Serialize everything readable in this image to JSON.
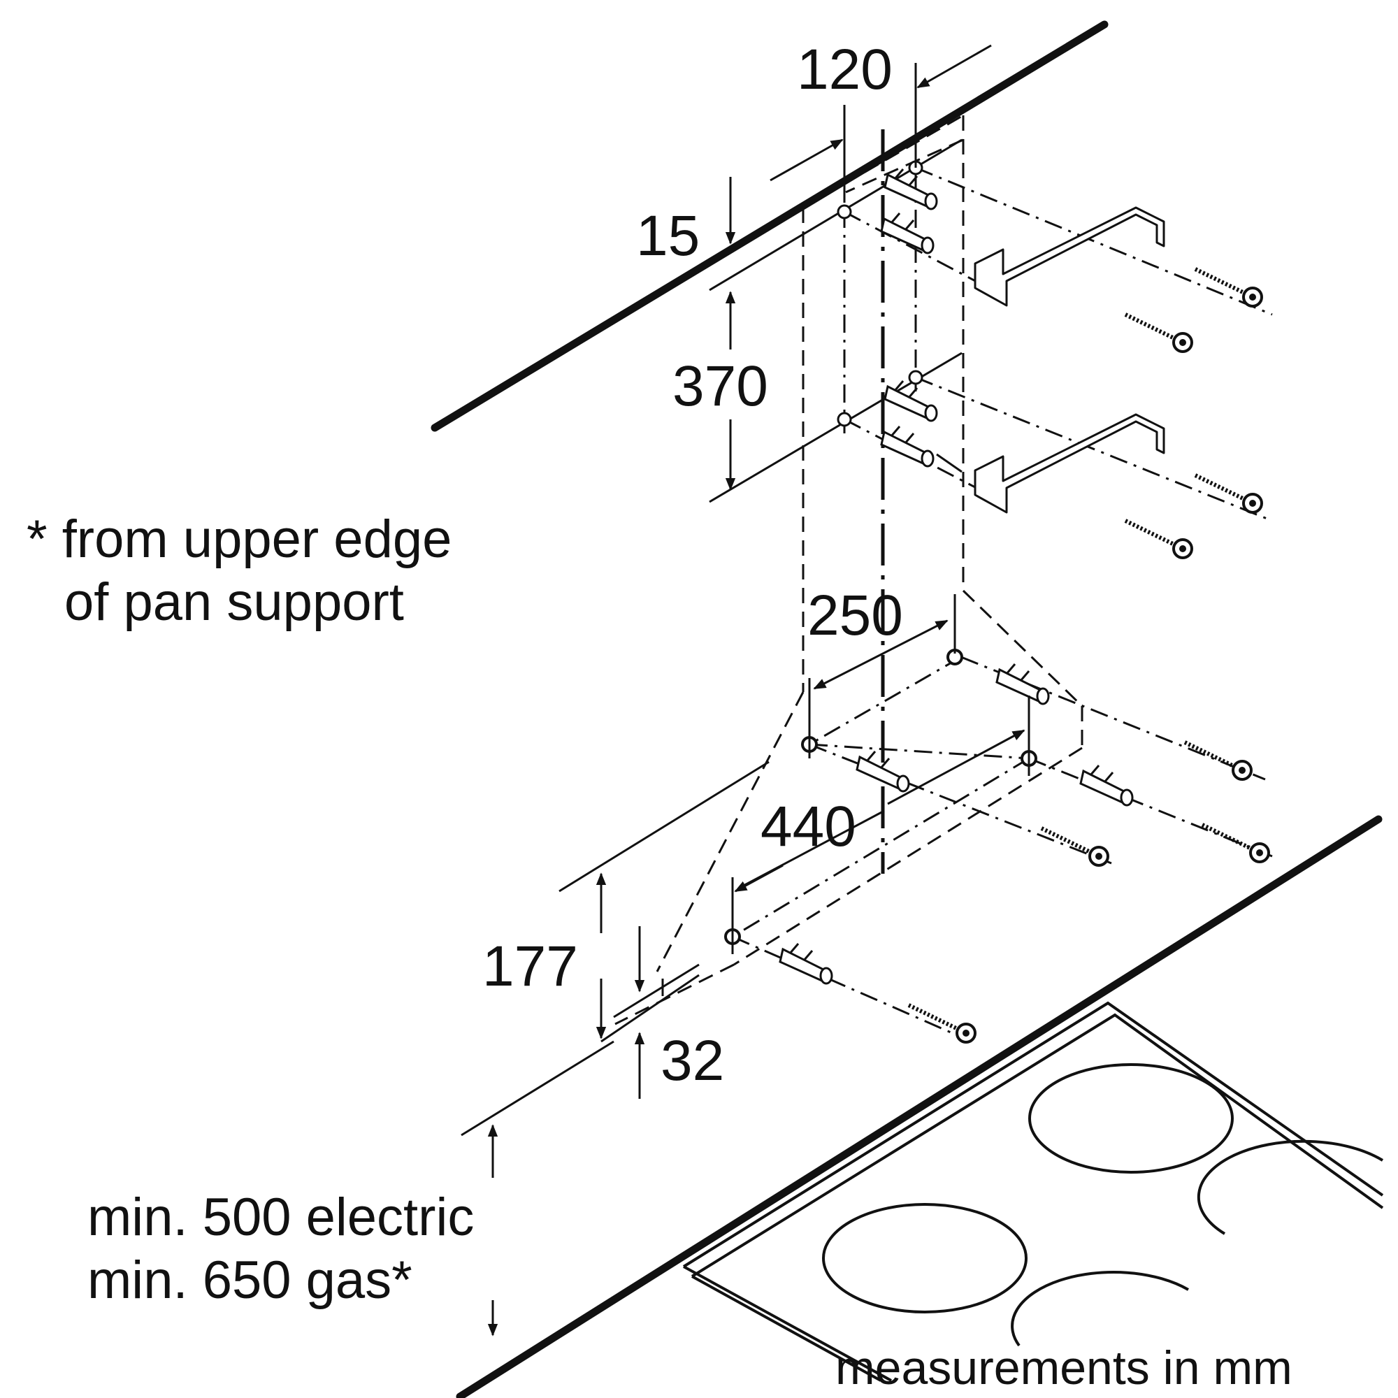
{
  "dimensions": {
    "d120": "120",
    "d15": "15",
    "d370": "370",
    "d250": "250",
    "d440": "440",
    "d177": "177",
    "d32": "32"
  },
  "notes": {
    "footnote_line1": "* from upper edge",
    "footnote_line2": "of pan support",
    "clearance_line1": "min. 500 electric",
    "clearance_line2": "min. 650 gas*",
    "units": "measurements in mm"
  },
  "colors": {
    "line": "#111111",
    "background": "#ffffff"
  }
}
